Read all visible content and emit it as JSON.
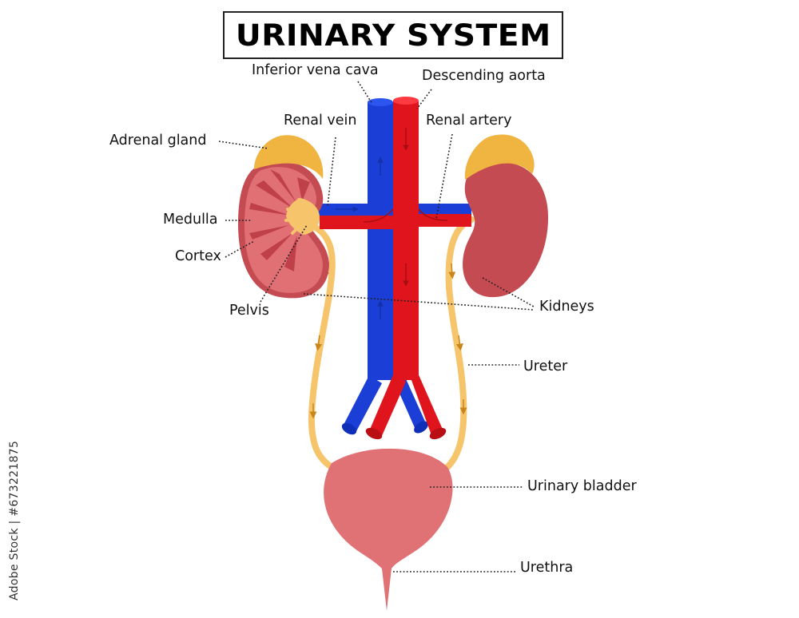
{
  "title": "URINARY SYSTEM",
  "labels": {
    "inferior_vena_cava": "Inferior vena cava",
    "descending_aorta": "Descending aorta",
    "renal_vein": "Renal vein",
    "renal_artery": "Renal artery",
    "adrenal_gland": "Adrenal gland",
    "medulla": "Medulla",
    "cortex": "Cortex",
    "pelvis": "Pelvis",
    "kidneys": "Kidneys",
    "ureter": "Ureter",
    "urinary_bladder": "Urinary bladder",
    "urethra": "Urethra"
  },
  "watermark": "Adobe Stock | #673221875",
  "colors": {
    "vein": "#1b3fd6",
    "artery": "#e0141c",
    "kidney": "#c44b52",
    "kidney_inner": "#e07074",
    "adrenal": "#f0b440",
    "ureter": "#f6c46a",
    "bladder": "#e07276",
    "leader": "#222222"
  }
}
